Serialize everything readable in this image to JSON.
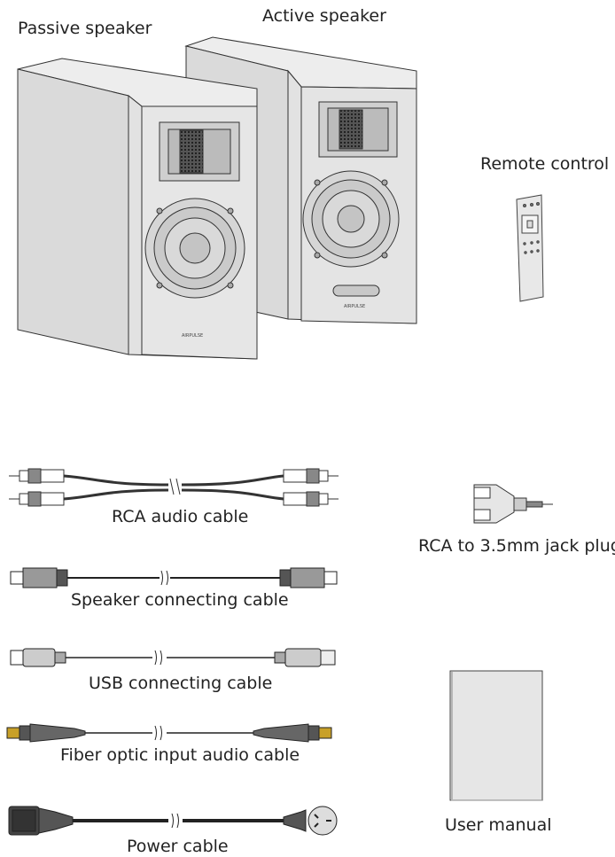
{
  "labels": {
    "passive_speaker": "Passive speaker",
    "active_speaker": "Active speaker",
    "remote_control": "Remote control",
    "rca_audio_cable": "RCA audio cable",
    "rca_jack_plug": "RCA to 3.5mm jack plug",
    "speaker_cable": "Speaker connecting cable",
    "usb_cable": "USB connecting cable",
    "fiber_cable": "Fiber optic input audio cable",
    "power_cable": "Power cable",
    "user_manual": "User manual"
  },
  "brand": {
    "speaker_logo": "AIRPULSE"
  }
}
